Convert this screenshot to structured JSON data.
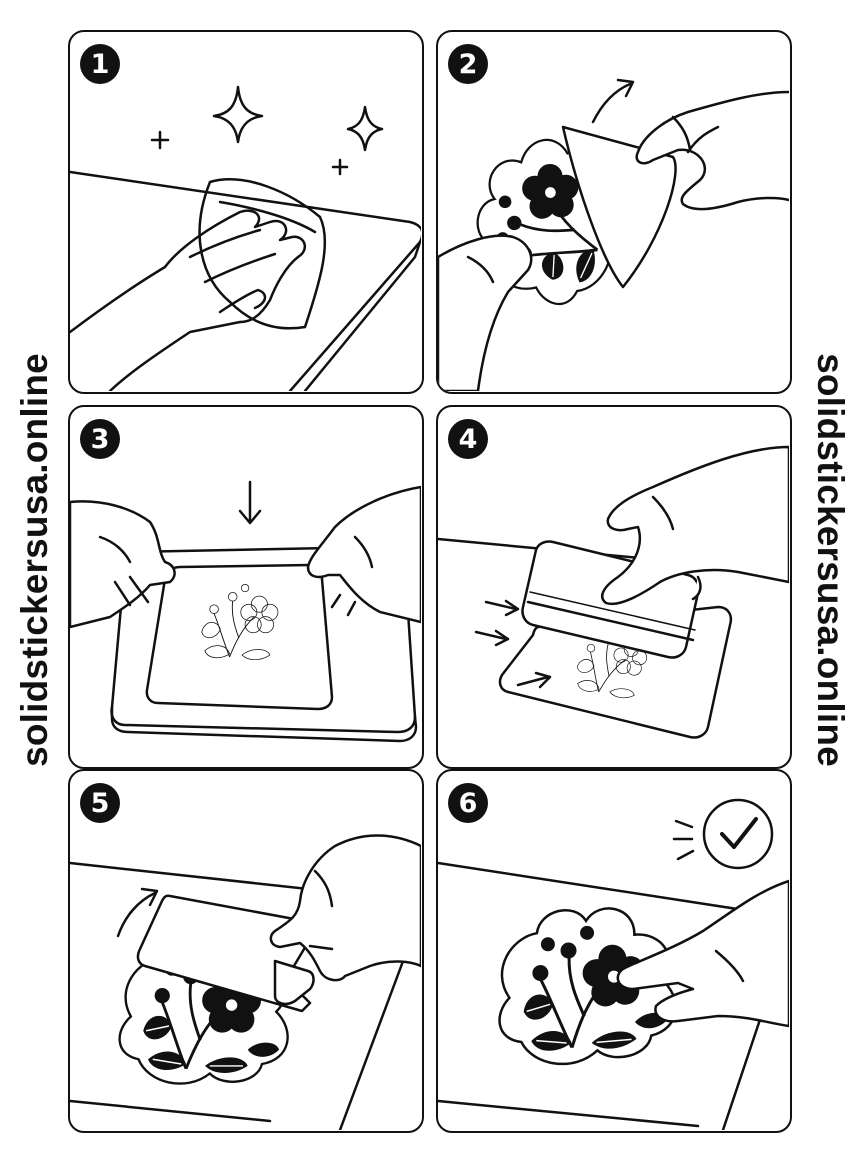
{
  "watermark": {
    "left_text": "solidstickersusa.online",
    "right_text": "solidstickersusa.online"
  },
  "steps": [
    {
      "number": "1",
      "icons": [
        "sparkle-icon",
        "hand-icon",
        "cloth-icon"
      ]
    },
    {
      "number": "2",
      "icons": [
        "curved-arrow-icon",
        "hand-icon",
        "sticker-icon"
      ]
    },
    {
      "number": "3",
      "icons": [
        "down-arrow-icon",
        "hand-icon",
        "sticker-icon"
      ]
    },
    {
      "number": "4",
      "icons": [
        "arrow-icon",
        "squeegee-icon",
        "hand-icon"
      ]
    },
    {
      "number": "5",
      "icons": [
        "curved-arrow-icon",
        "hand-icon",
        "sticker-icon"
      ]
    },
    {
      "number": "6",
      "icons": [
        "checkmark-icon",
        "finger-icon",
        "sticker-icon"
      ]
    }
  ],
  "colors": {
    "ink": "#111111",
    "background": "#ffffff"
  }
}
